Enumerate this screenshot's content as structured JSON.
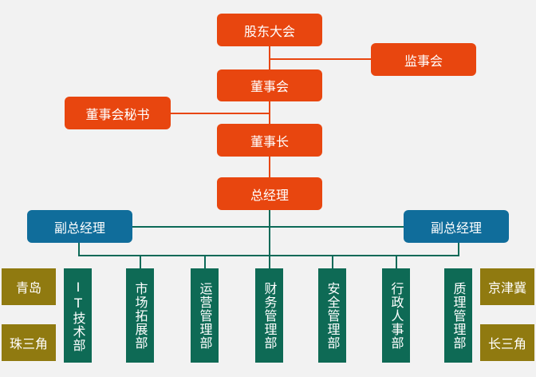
{
  "colors": {
    "executive": "#e8460f",
    "vice_president": "#106d9b",
    "department": "#0e6a55",
    "region": "#907a10",
    "connector": "#0c6a58",
    "background": "#f2f2f2"
  },
  "executives": {
    "shareholders": "股东大会",
    "supervisors": "监事会",
    "board": "董事会",
    "board_secretary": "董事会秘书",
    "chairman": "董事长",
    "general_manager": "总经理"
  },
  "vice_presidents": [
    "副总经理",
    "副总经理"
  ],
  "departments": [
    "IT技术部",
    "市场拓展部",
    "运营管理部",
    "财务管理部",
    "安全管理部",
    "行政人事部",
    "质理管理部"
  ],
  "regions_left": [
    "青岛",
    "珠三角"
  ],
  "regions_right": [
    "京津冀",
    "长三角"
  ]
}
